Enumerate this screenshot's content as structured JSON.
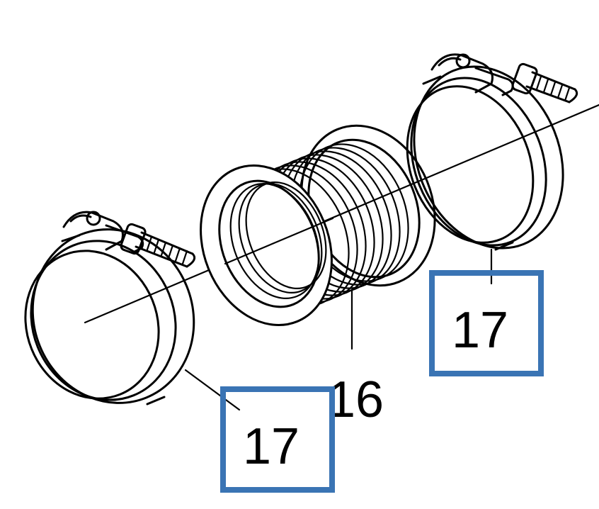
{
  "colors": {
    "line": "#000000",
    "callout_box": "#3a74b4",
    "background": "#ffffff"
  },
  "parts": {
    "hose": {
      "label": "16"
    },
    "clamp_left": {
      "label": "17"
    },
    "clamp_right": {
      "label": "17"
    }
  }
}
